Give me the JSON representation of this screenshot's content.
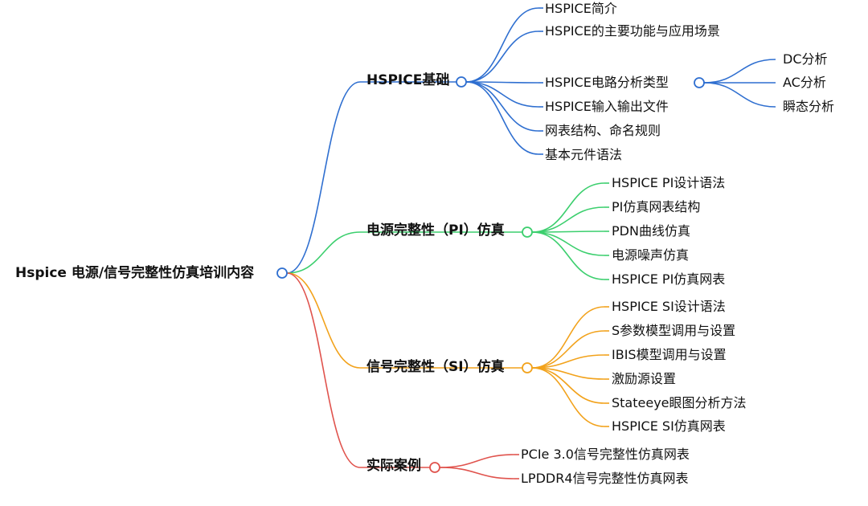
{
  "root": {
    "label": "Hspice 电源/信号完整性仿真培训内容"
  },
  "branches": [
    {
      "label": "HSPICE基础",
      "color": "#2f6fd0",
      "children": [
        {
          "label": "HSPICE简介"
        },
        {
          "label": "HSPICE的主要功能与应用场景"
        },
        {
          "label": "HSPICE电路分析类型",
          "children": [
            {
              "label": "DC分析"
            },
            {
              "label": "AC分析"
            },
            {
              "label": "瞬态分析"
            }
          ]
        },
        {
          "label": "HSPICE输入输出文件"
        },
        {
          "label": "网表结构、命名规则"
        },
        {
          "label": "基本元件语法"
        }
      ]
    },
    {
      "label": "电源完整性（PI）仿真",
      "color": "#3ccf6e",
      "children": [
        {
          "label": "HSPICE PI设计语法"
        },
        {
          "label": "PI仿真网表结构"
        },
        {
          "label": "PDN曲线仿真"
        },
        {
          "label": "电源噪声仿真"
        },
        {
          "label": "HSPICE PI仿真网表"
        }
      ]
    },
    {
      "label": "信号完整性（SI）仿真",
      "color": "#f2a21b",
      "children": [
        {
          "label": "HSPICE SI设计语法"
        },
        {
          "label": "S参数模型调用与设置"
        },
        {
          "label": "IBIS模型调用与设置"
        },
        {
          "label": "激励源设置"
        },
        {
          "label": "Stateeye眼图分析方法"
        },
        {
          "label": "HSPICE SI仿真网表"
        }
      ]
    },
    {
      "label": "实际案例",
      "color": "#e0534d",
      "children": [
        {
          "label": "PCIe 3.0信号完整性仿真网表"
        },
        {
          "label": "LPDDR4信号完整性仿真网表"
        }
      ]
    }
  ],
  "root_color": "#2f6fd0"
}
